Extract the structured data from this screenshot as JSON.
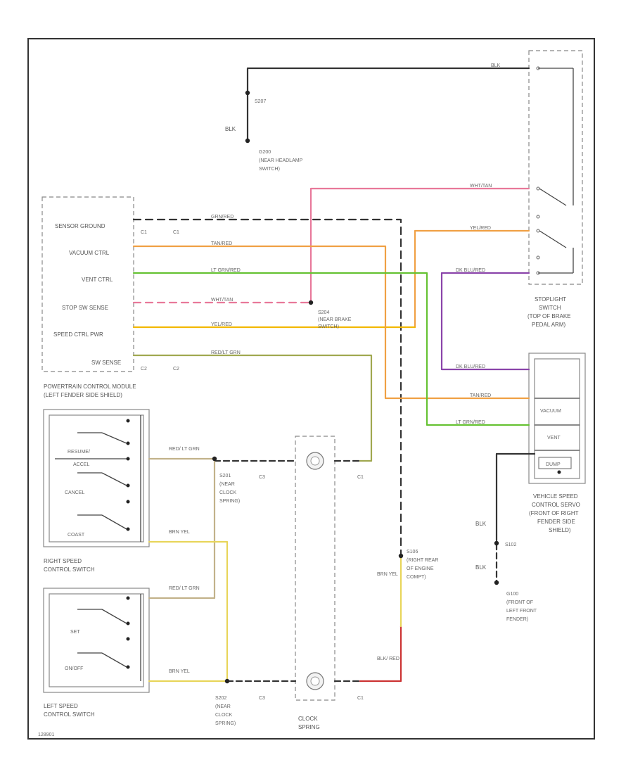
{
  "colors": {
    "black": "#333333",
    "pink": "#e8789a",
    "orange": "#f0a044",
    "green": "#66c233",
    "yellow": "#f2d100",
    "yellow_light": "#e8d55a",
    "olive": "#a0a850",
    "purple": "#8a44aa",
    "red": "#cc3333",
    "tan": "#c2b28a"
  },
  "pcm": {
    "rows": [
      "SENSOR GROUND",
      "VACUUM CTRL",
      "VENT CTRL",
      "STOP SW SENSE",
      "SPEED CTRL PWR",
      "SW SENSE"
    ],
    "pins": [
      "C1",
      "C1",
      "C2",
      "C2"
    ],
    "title_line1": "POWERTRAIN CONTROL MODULE",
    "title_line2": "(LEFT FENDER SIDE SHIELD)"
  },
  "wire_labels": {
    "sensor_ground": "GRN/RED",
    "vacuum": "TAN/RED",
    "vent": "LT GRN/RED",
    "stop_sense": "WHT/TAN",
    "speed_pwr": "YEL/RED",
    "sw_sense": "RED/LT GRN",
    "blk": "BLK",
    "brn_yel": "BRN YEL",
    "red_ltgrn": "RED/ LT GRN",
    "blk_red": "BLK/ RED",
    "dk_blu": "DK BLU/RED"
  },
  "splices": {
    "s207": "S207",
    "g200_line1": "G200",
    "g200_line2": "(NEAR HEADLAMP",
    "g200_line3": "SWITCH)",
    "s204_line1": "S204",
    "s204_line2": "(NEAR BRAKE",
    "s204_line3": "SWITCH)",
    "s201_line1": "S201",
    "s201_line2": "(NEAR",
    "s201_line3": "CLOCK",
    "s201_line4": "SPRING)",
    "s202_line1": "S202",
    "s202_line2": "(NEAR",
    "s202_line3": "CLOCK",
    "s202_line4": "SPRING)",
    "s106_line1": "S106",
    "s106_line2": "(RIGHT REAR",
    "s106_line3": "OF ENGINE",
    "s106_line4": "COMPT)",
    "s102": "S102",
    "g100_line1": "G100",
    "g100_line2": "(FRONT OF",
    "g100_line3": "LEFT FRONT",
    "g100_line4": "FENDER)"
  },
  "stoplight": {
    "line1": "STOPLIGHT",
    "line2": "SWITCH",
    "line3": "(TOP OF BRAKE",
    "line4": "PEDAL ARM)"
  },
  "servo": {
    "vacuum": "VACUUM",
    "vent": "VENT",
    "dump": "DUMP",
    "line1": "VEHICLE SPEED",
    "line2": "CONTROL SERVO",
    "line3": "(FRONT OF RIGHT",
    "line4": "FENDER SIDE",
    "line5": "SHIELD)"
  },
  "right_switch": {
    "resume": "RESUME/",
    "accel": "ACCEL",
    "cancel": "CANCEL",
    "coast": "COAST",
    "title_line1": "RIGHT SPEED",
    "title_line2": "CONTROL SWITCH"
  },
  "left_switch": {
    "set": "SET",
    "onoff": "ON/OFF",
    "title_line1": "LEFT SPEED",
    "title_line2": "CONTROL SWITCH"
  },
  "clock_spring": {
    "line1": "CLOCK",
    "line2": "SPRING",
    "c1": "C1",
    "c3": "C3"
  },
  "footer_code": "128901"
}
